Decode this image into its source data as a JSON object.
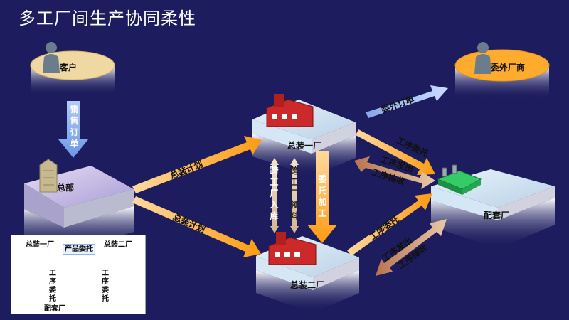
{
  "title": "多工厂间生产协同柔性",
  "nodes": {
    "customer": "客户",
    "outsource_vendor": "委外厂商",
    "headquarters": "总部",
    "assembly1": "总装一厂",
    "assembly2": "总装二厂",
    "supplier": "配套厂"
  },
  "edges": {
    "sales_order": "销售订单",
    "assembly_plan_1": "总装计划",
    "assembly_plan_2": "总装计划",
    "outsource_order": "委外订单",
    "process_outsource_1": "工序委托",
    "process_send_receive_1": "工序发出",
    "process_receive_1": "工序接收",
    "cross_factory_warehousing": "跨工厂入库",
    "cross_factory_material": "跨工厂领料",
    "entrusted_processing": "委托加工",
    "process_outsource_2": "工序委托",
    "process_send_2": "工序发出",
    "process_receive_2": "工序接收"
  },
  "inset": {
    "assembly1": "总装一厂",
    "assembly2": "总装二厂",
    "supplier": "配套厂",
    "product_entrust": "产品委托",
    "process_entrust_left": "工序委托",
    "process_entrust_right": "工序委托"
  }
}
